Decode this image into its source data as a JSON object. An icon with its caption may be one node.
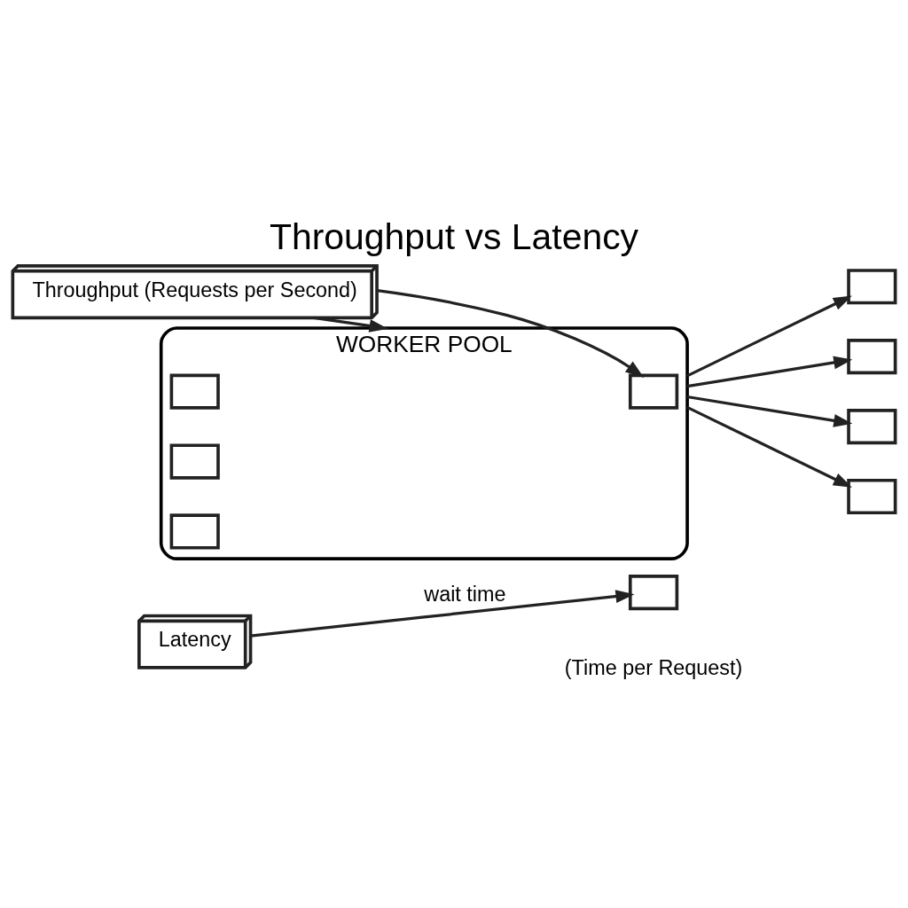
{
  "diagram": {
    "title": "Throughput vs Latency",
    "nodes": [
      {
        "text": [
          "Latency"
        ]
      },
      {
        "text": [],
        "shape": "box"
      },
      {
        "text": [
          "Throughput (Requests per Second)"
        ]
      },
      {
        "text": [
          "WORKER POOL"
        ]
      },
      {
        "text": [],
        "shape": "box",
        "in": 3
      },
      {
        "text": [],
        "shape": "box",
        "in": 3
      },
      {
        "text": [],
        "shape": "box",
        "in": 3
      },
      {
        "text": [],
        "shape": "box",
        "in": 3
      },
      {
        "text": [],
        "shape": "box"
      },
      {
        "text": [],
        "shape": "box"
      },
      {
        "text": [],
        "shape": "box"
      },
      {
        "text": [],
        "shape": "box"
      }
    ],
    "edges": [
      {
        "from": 0,
        "to": 1,
        "arrow": "to",
        "label": "wait time"
      },
      {
        "from": 2,
        "to": 3,
        "arrow": "to"
      },
      {
        "from": 2,
        "to": 4,
        "arrow": "to"
      },
      {
        "from": 3,
        "to": 8,
        "arrow": "to"
      },
      {
        "from": 3,
        "to": 9,
        "arrow": "to"
      },
      {
        "from": 3,
        "to": 10,
        "arrow": "to"
      },
      {
        "from": 3,
        "to": 11,
        "arrow": "to"
      }
    ],
    "labels": [
      "(Time per Request)"
    ]
  }
}
